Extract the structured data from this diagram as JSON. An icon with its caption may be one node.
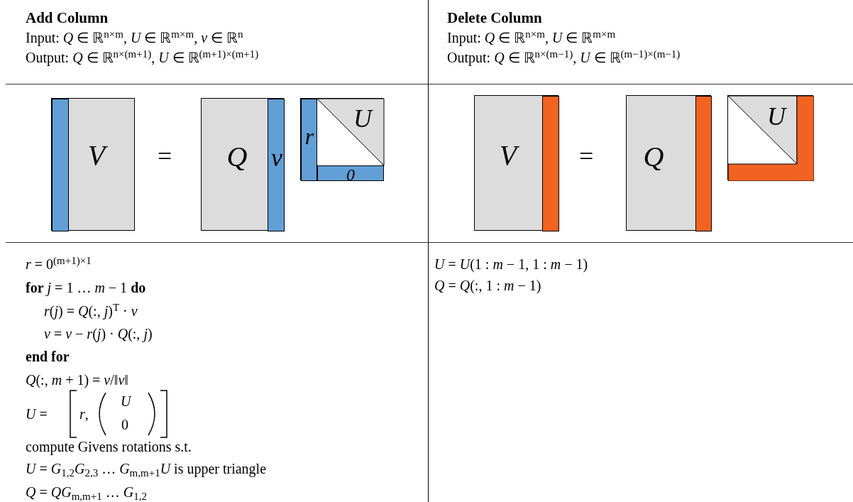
{
  "diagram": {
    "nodes": [
      {
        "text": [
          "V"
        ]
      },
      {
        "text": [],
        "shape": "bar",
        "in": 0
      },
      {
        "text": [
          "Q"
        ]
      },
      {
        "text": [
          "v"
        ],
        "in": 2
      },
      {
        "text": [
          "U"
        ]
      },
      {
        "text": [
          "r"
        ],
        "in": 4
      },
      {
        "text": [
          "0"
        ],
        "in": 4
      },
      {
        "text": [
          "V"
        ]
      },
      {
        "text": [],
        "shape": "bar",
        "in": 7
      },
      {
        "text": [
          "Q"
        ]
      },
      {
        "text": [],
        "shape": "bar",
        "in": 9
      },
      {
        "text": [
          "U"
        ]
      },
      {
        "text": [],
        "shape": "bar",
        "in": 11
      }
    ],
    "edges": [],
    "labels": [
      "Add Column",
      "Input: *Q* ∈ ℝ$^{n×m}$, *U* ∈ ℝ$^{m×m}$, *v* ∈ ℝ$^{n}$",
      "Output: *Q* ∈ ℝ$^{n×(m+1)}$, *U* ∈ ℝ$^{(m+1)×(m+1)}$",
      "Delete Column",
      "Input: *Q* ∈ ℝ$^{n×m}$, *U* ∈ ℝ$^{m×m}$",
      "Output: *Q* ∈ ℝ$^{n×(m−1)}$, *U* ∈ ℝ$^{(m−1)×(m−1)}$",
      "=",
      "=",
      "*r* = 0$^{(m+1)×1}$",
      "**for** *j* = 1 … *m* − 1 **do**",
      "*r*(*j*) = *Q*(:, *j*)$^{T}$ · *v*",
      "*v* = *v* − *r*(*j*) · *Q*(:, *j*)",
      "end for",
      "*Q*(:, *m* + 1) = *v*/‖*v*‖",
      "*U* =",
      "*r*,",
      "*U*",
      "0",
      "compute Givens rotations s.t.",
      "*U* = *G*$_{1,2}$*G*$_{2,3}$ … *G*$_{m,m+1}$*U* is upper triangle",
      "*Q* = *QG*$_{m,m+1}$ … *G*$_{1,2}$",
      "*U* = *U*(1 : *m* − 1, 1 : *m* − 1)",
      "*Q* = *Q*(:, 1 : *m* − 1)"
    ]
  }
}
